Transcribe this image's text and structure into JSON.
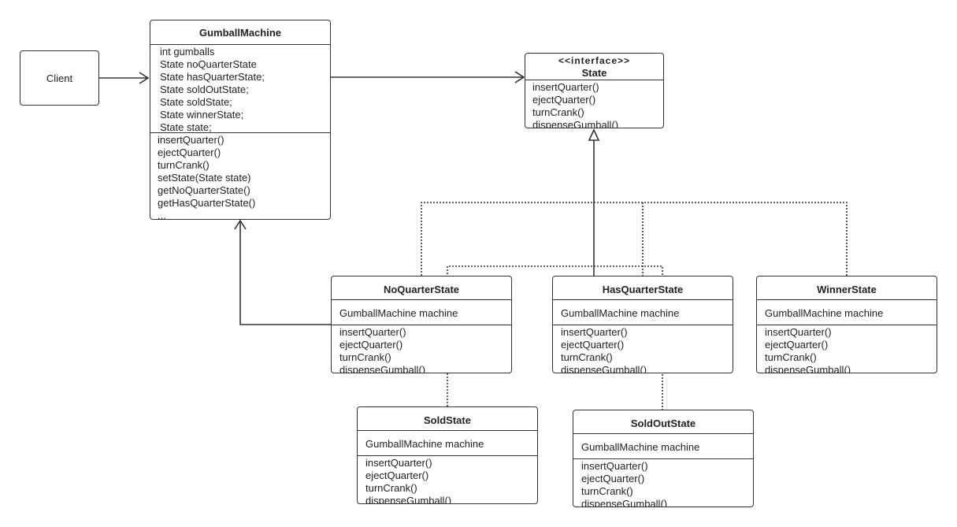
{
  "client": {
    "label": "Client"
  },
  "gumball_machine": {
    "title": "GumballMachine",
    "attributes": [
      "int gumballs",
      "State noQuarterState",
      "State hasQuarterState;",
      "State soldOutState;",
      "State soldState;",
      "State winnerState;",
      "State state;"
    ],
    "methods": [
      "insertQuarter()",
      "ejectQuarter()",
      "turnCrank()",
      "setState(State state)",
      "getNoQuarterState()",
      "getHasQuarterState()",
      "..."
    ]
  },
  "state_interface": {
    "stereotype": "<<interface>>",
    "title": "State",
    "methods": [
      "insertQuarter()",
      "ejectQuarter()",
      "turnCrank()",
      "dispenseGumball()"
    ]
  },
  "no_quarter_state": {
    "title": "NoQuarterState",
    "field": "GumballMachine machine",
    "methods": [
      "insertQuarter()",
      "ejectQuarter()",
      "turnCrank()",
      "dispenseGumball()"
    ]
  },
  "has_quarter_state": {
    "title": "HasQuarterState",
    "field": "GumballMachine machine",
    "methods": [
      "insertQuarter()",
      "ejectQuarter()",
      "turnCrank()",
      "dispenseGumball()"
    ]
  },
  "winner_state": {
    "title": "WinnerState",
    "field": "GumballMachine machine",
    "methods": [
      "insertQuarter()",
      "ejectQuarter()",
      "turnCrank()",
      "dispenseGumball()"
    ]
  },
  "sold_state": {
    "title": "SoldState",
    "field": "GumballMachine machine",
    "methods": [
      "insertQuarter()",
      "ejectQuarter()",
      "turnCrank()",
      "dispenseGumball()"
    ]
  },
  "sold_out_state": {
    "title": "SoldOutState",
    "field": "GumballMachine machine",
    "methods": [
      "insertQuarter()",
      "ejectQuarter()",
      "turnCrank()",
      "dispenseGumball()"
    ]
  }
}
